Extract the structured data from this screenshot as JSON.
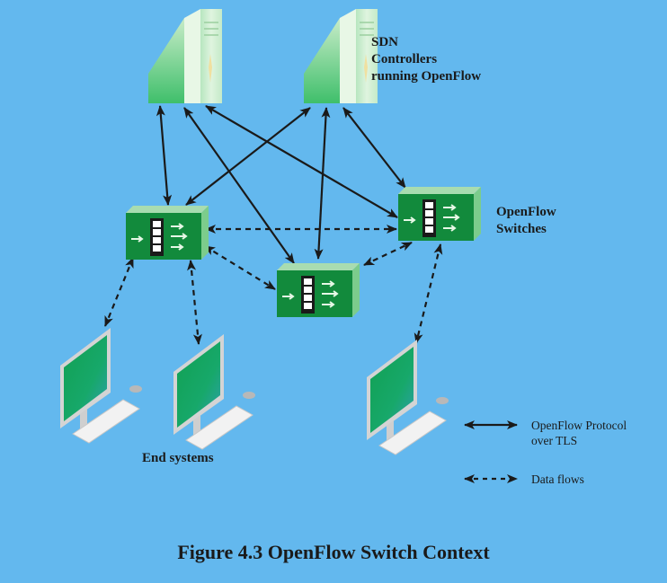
{
  "labels": {
    "controllers": [
      "SDN",
      "Controllers",
      "running OpenFlow"
    ],
    "switches": [
      "OpenFlow",
      "Switches"
    ],
    "end_systems": "End systems"
  },
  "legend": {
    "protocol": [
      "OpenFlow Protocol",
      "over TLS"
    ],
    "data": "Data flows"
  },
  "caption": "Figure 4.3  OpenFlow Switch Context",
  "colors": {
    "background": "#63b8ee",
    "switch_green": "#128a3c",
    "server_body": "#cfeed3",
    "arrow": "#1a1a1a"
  },
  "nodes": {
    "controllers": [
      "controller-1",
      "controller-2"
    ],
    "switches": [
      "switch-left",
      "switch-middle",
      "switch-right"
    ],
    "end_systems": [
      "pc-1",
      "pc-2",
      "pc-3"
    ]
  },
  "links": {
    "openflow_tls": [
      [
        "controller-1",
        "switch-left"
      ],
      [
        "controller-1",
        "switch-middle"
      ],
      [
        "controller-1",
        "switch-right"
      ],
      [
        "controller-2",
        "switch-left"
      ],
      [
        "controller-2",
        "switch-middle"
      ],
      [
        "controller-2",
        "switch-right"
      ]
    ],
    "data_flows": [
      [
        "switch-left",
        "switch-right"
      ],
      [
        "switch-left",
        "switch-middle"
      ],
      [
        "switch-middle",
        "switch-right"
      ],
      [
        "switch-left",
        "pc-1"
      ],
      [
        "switch-left",
        "pc-2"
      ],
      [
        "switch-right",
        "pc-3"
      ]
    ]
  }
}
